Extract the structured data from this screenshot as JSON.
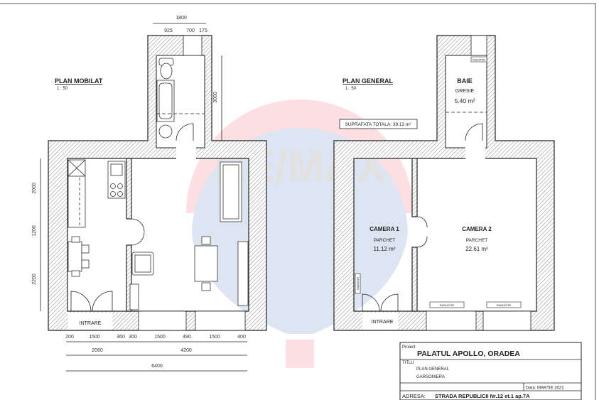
{
  "plan_mobilat": {
    "title": "PLAN MOBILAT",
    "scale": "1 : 50",
    "entrance_label": "INTRARE",
    "dims_top": {
      "total": "1800",
      "parts": [
        "925",
        "700",
        "175"
      ]
    },
    "dim_bath_height": "3000",
    "dims_left": [
      "2000",
      "1200",
      "2200"
    ],
    "dims_bottom_row1": [
      "200",
      "1500",
      "360",
      "300",
      "1500",
      "490",
      "1500",
      "400"
    ],
    "dims_bottom_row2": [
      "2060",
      "4200"
    ],
    "dims_bottom_total": "6400"
  },
  "plan_general": {
    "title": "PLAN GENERAL",
    "scale": "1 : 50",
    "total_area": "SUPRAFATA TOTALA: 39.13 m²",
    "rooms": [
      {
        "name": "BAIE",
        "floor": "GRESIE",
        "area": "5.40 m²"
      },
      {
        "name": "CAMERA 1",
        "floor": "PARCHET",
        "area": "11.12 m²"
      },
      {
        "name": "CAMERA 2",
        "floor": "PARCHET",
        "area": "22.61 m²"
      }
    ],
    "radiator_label": "RADIATOR",
    "entrance_label": "INTRARE"
  },
  "title_block": {
    "project_label": "Proiect",
    "project_name": "PALATUL APOLLO, ORADEA",
    "title_label": "TITLU",
    "title_lines": [
      "PLAN GENERAL",
      "GARSONIERA"
    ],
    "date": "Data: MARTIE 2021",
    "address_label": "ADRESA:",
    "address": "STRADA REPUBLICII Nr.12 et.1 ap.7A"
  },
  "watermark": {
    "brand": "RE/MAX",
    "colors": {
      "red": "#e8112d",
      "blue": "#003da5"
    }
  }
}
